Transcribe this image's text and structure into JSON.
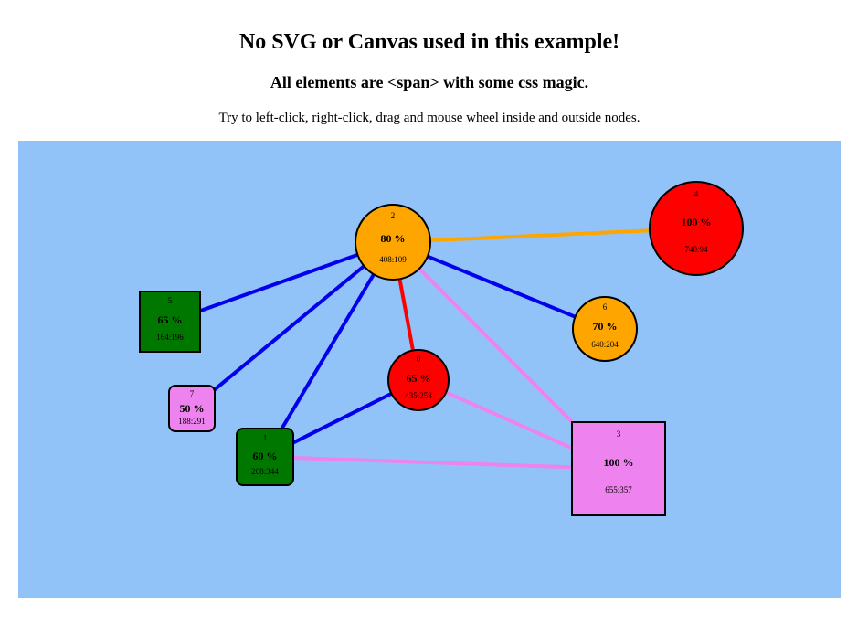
{
  "header": {
    "title": "No SVG or Canvas used in this example!",
    "subtitle": "All elements are <span> with some css magic.",
    "hint": "Try to left-click, right-click, drag and mouse wheel inside and outside nodes."
  },
  "colors": {
    "canvas": "#92c3f8",
    "green": "#007800",
    "orange": "#ffa500",
    "red": "#ff0000",
    "violet": "#ee82ee",
    "blue": "#0000ee"
  },
  "nodes": [
    {
      "id": "0",
      "pct": "65 %",
      "coord": "435:258",
      "shape": "circle",
      "fill": "#ff0000"
    },
    {
      "id": "1",
      "pct": "60 %",
      "coord": "268:344",
      "shape": "rounded",
      "fill": "#007800"
    },
    {
      "id": "2",
      "pct": "80 %",
      "coord": "408:109",
      "shape": "circle",
      "fill": "#ffa500"
    },
    {
      "id": "3",
      "pct": "100 %",
      "coord": "655:357",
      "shape": "square",
      "fill": "#ee82ee"
    },
    {
      "id": "4",
      "pct": "100 %",
      "coord": "740:94",
      "shape": "circle",
      "fill": "#ff0000"
    },
    {
      "id": "5",
      "pct": "65 %",
      "coord": "164:196",
      "shape": "square",
      "fill": "#007800"
    },
    {
      "id": "6",
      "pct": "70 %",
      "coord": "640:204",
      "shape": "circle",
      "fill": "#ffa500"
    },
    {
      "id": "7",
      "pct": "50 %",
      "coord": "188:291",
      "shape": "rounded",
      "fill": "#ee82ee"
    }
  ],
  "edges": [
    {
      "from": "2",
      "to": "4",
      "color": "#ffa500"
    },
    {
      "from": "2",
      "to": "5",
      "color": "#0000ee"
    },
    {
      "from": "2",
      "to": "7",
      "color": "#0000ee"
    },
    {
      "from": "2",
      "to": "1",
      "color": "#0000ee"
    },
    {
      "from": "2",
      "to": "6",
      "color": "#0000ee"
    },
    {
      "from": "2",
      "to": "0",
      "color": "#ff0000"
    },
    {
      "from": "2",
      "to": "3",
      "color": "#ee82ee"
    },
    {
      "from": "0",
      "to": "1",
      "color": "#0000ee"
    },
    {
      "from": "0",
      "to": "3",
      "color": "#ee82ee"
    },
    {
      "from": "1",
      "to": "3",
      "color": "#ee82ee"
    }
  ]
}
